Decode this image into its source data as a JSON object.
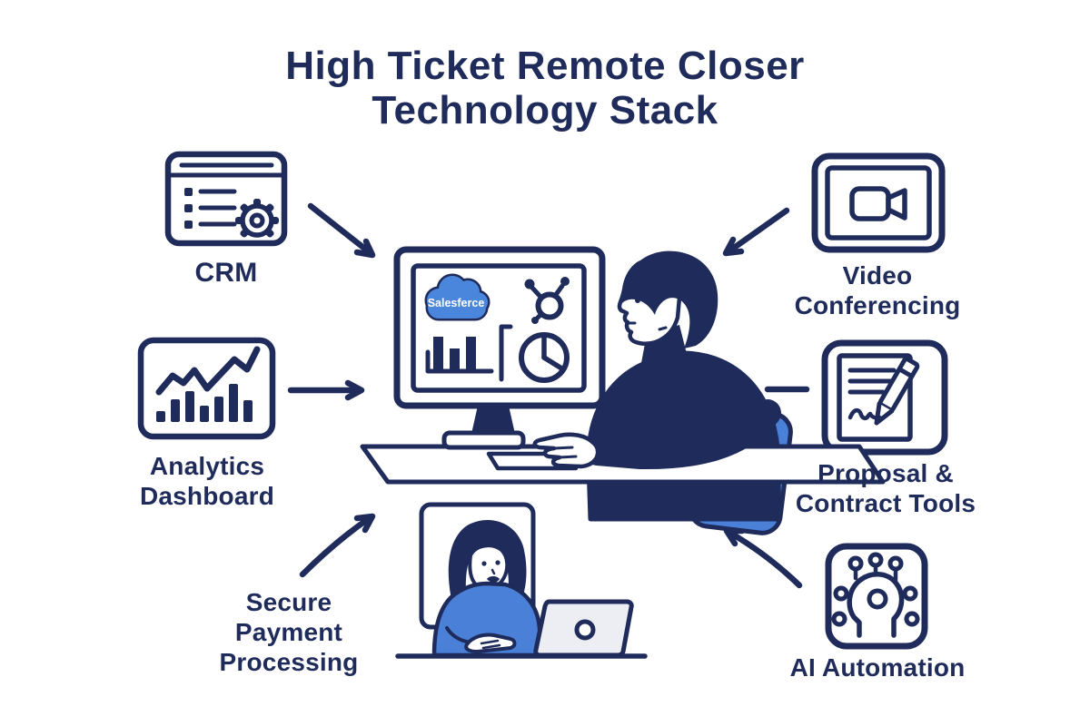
{
  "title": {
    "line1": "High Ticket Remote Closer",
    "line2": "Technology Stack"
  },
  "nodes": {
    "crm": {
      "label": "CRM",
      "icon": "browser-gear-icon"
    },
    "video": {
      "label_line1": "Video",
      "label_line2": "Conferencing",
      "icon": "video-camera-icon"
    },
    "analytics": {
      "label_line1": "Analytics",
      "label_line2": "Dashboard",
      "icon": "line-bar-chart-icon"
    },
    "proposal": {
      "label_line1": "Proposal &",
      "label_line2": "Contract Tools",
      "icon": "document-pencil-icon"
    },
    "payment": {
      "label_line1": "Secure",
      "label_line2": "Payment",
      "label_line3": "Processing",
      "icon": "none"
    },
    "ai": {
      "label": "AI Automation",
      "icon": "ai-head-circuit-icon"
    }
  },
  "center": {
    "monitor_logo_text": "Salesferce",
    "monitor_elements": [
      "salesforce-cloud",
      "hubspot-sprocket",
      "bar-chart",
      "pie-chart"
    ],
    "scene": [
      "man-at-desk",
      "office-chair",
      "desk",
      "mouse-pad",
      "video-call-frame",
      "woman-on-call",
      "laptop"
    ]
  },
  "arrows": [
    "crm-to-center",
    "video-to-center",
    "analytics-to-center",
    "proposal-connector",
    "payment-to-center",
    "ai-to-center"
  ],
  "colors": {
    "navy": "#1f2b5a",
    "accent_blue": "#4a80d8",
    "cloud_blue": "#4a87dc",
    "laptop_gray": "#eceef4",
    "background": "#ffffff"
  }
}
